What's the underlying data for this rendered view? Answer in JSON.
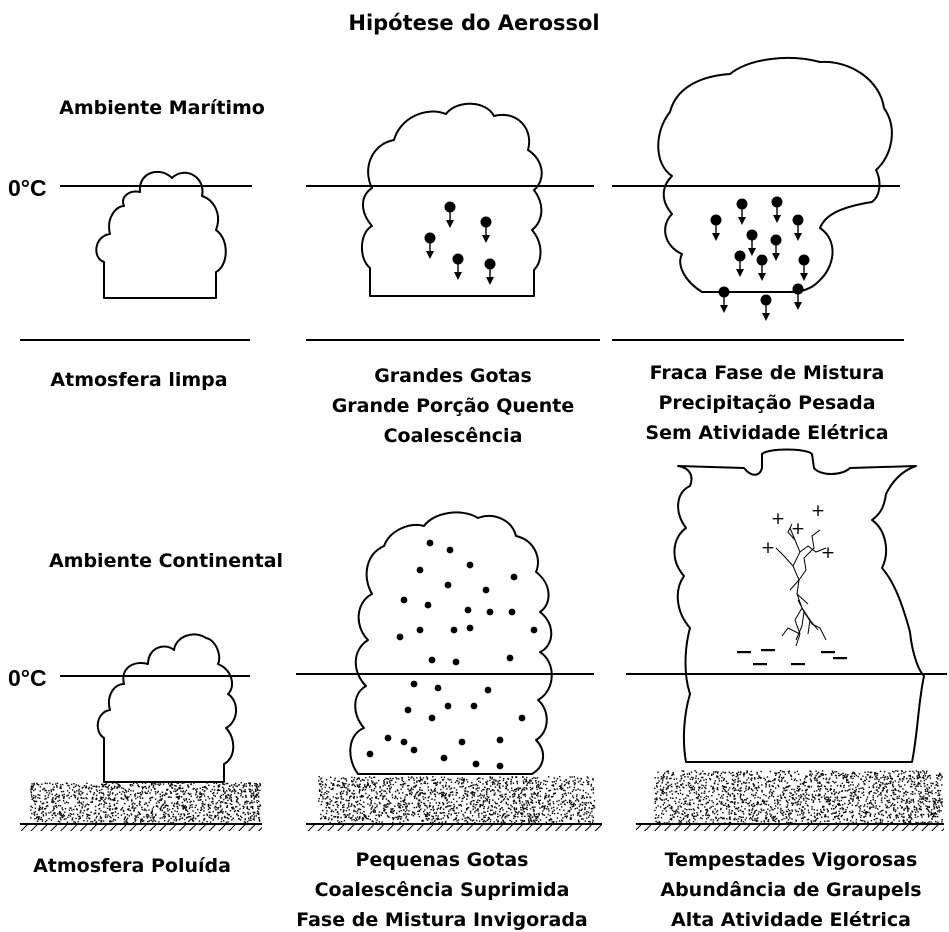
{
  "title": "Hipótese do Aerossol",
  "maritime": {
    "label": "Ambiente Marítimo",
    "freezing_label": "0°C",
    "panels": [
      {
        "caption": [
          "Atmosfera limpa"
        ]
      },
      {
        "caption": [
          "Grandes Gotas",
          "Grande Porção Quente",
          "Coalescência"
        ]
      },
      {
        "caption": [
          "Fraca Fase de Mistura",
          "Precipitação Pesada",
          "Sem Atividade Elétrica"
        ]
      }
    ]
  },
  "continental": {
    "label": "Ambiente Continental",
    "freezing_label": "0°C",
    "panels": [
      {
        "caption": [
          "Atmosfera Poluída"
        ]
      },
      {
        "caption": [
          "Pequenas Gotas",
          "Coalescência Suprimida",
          "Fase de Mistura Invigorada"
        ]
      },
      {
        "caption": [
          "Tempestades Vigorosas",
          "Abundância de Graupels",
          "Alta Atividade Elétrica"
        ]
      }
    ],
    "positive_charge_symbol": "+",
    "negative_charge_symbol": "−"
  }
}
